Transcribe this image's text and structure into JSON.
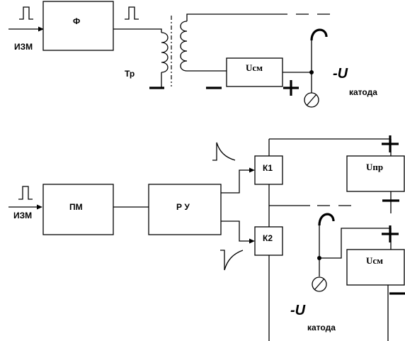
{
  "top_circuit": {
    "input_label": "ИЗМ",
    "filter_label": "Ф",
    "transformer_label": "Тр",
    "bias_source_label": "Uсм",
    "minus_sign": "−",
    "plus_sign": "+",
    "cathode_voltage": "-U",
    "cathode_word": "катода"
  },
  "bottom_circuit": {
    "input_label": "ИЗМ",
    "pm_label": "ПМ",
    "ru_label": "Р У",
    "k1_label": "К1",
    "k2_label": "К2",
    "supply_label": "Uпр",
    "bias_source_label": "Uсм",
    "plus_sign": "+",
    "minus_sign": "−",
    "cathode_voltage": "-U",
    "cathode_word": "катода"
  }
}
